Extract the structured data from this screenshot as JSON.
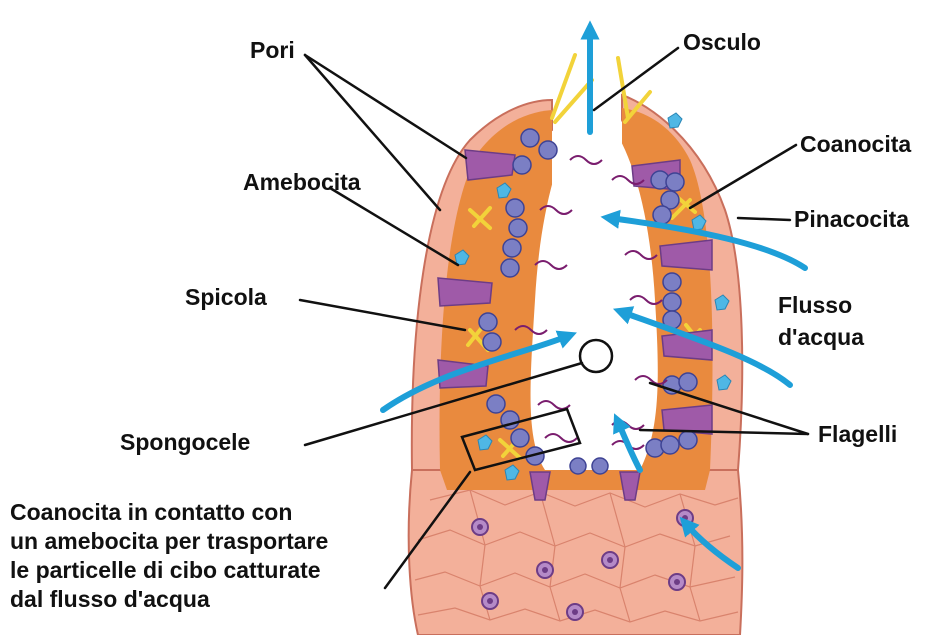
{
  "labels": {
    "pori": "Pori",
    "osculo": "Osculo",
    "coanocita": "Coanocita",
    "amebocita": "Amebocita",
    "pinacocita": "Pinacocita",
    "spicola": "Spicola",
    "flusso_line1": "Flusso",
    "flusso_line2": "d'acqua",
    "spongocele": "Spongocele",
    "flagelli": "Flagelli"
  },
  "caption": {
    "line1": "Coanocita in contatto con",
    "line2": "un amebocita per trasportare",
    "line3": "le particelle di cibo catturate",
    "line4": "dal flusso d'acqua"
  },
  "colors": {
    "outer_wall": "#f3b09a",
    "outer_edge": "#c96f5c",
    "mesohyl": "#e98a3e",
    "cavity": "#ffffff",
    "choanocyte": "#7b7fc4",
    "porocyte": "#9f5aa8",
    "spicule": "#f2d33a",
    "amoebocyte": "#4fb7e5",
    "water_arrow": "#1e9fd8",
    "flagellum": "#7a1d6e",
    "leader_line": "#111111"
  }
}
